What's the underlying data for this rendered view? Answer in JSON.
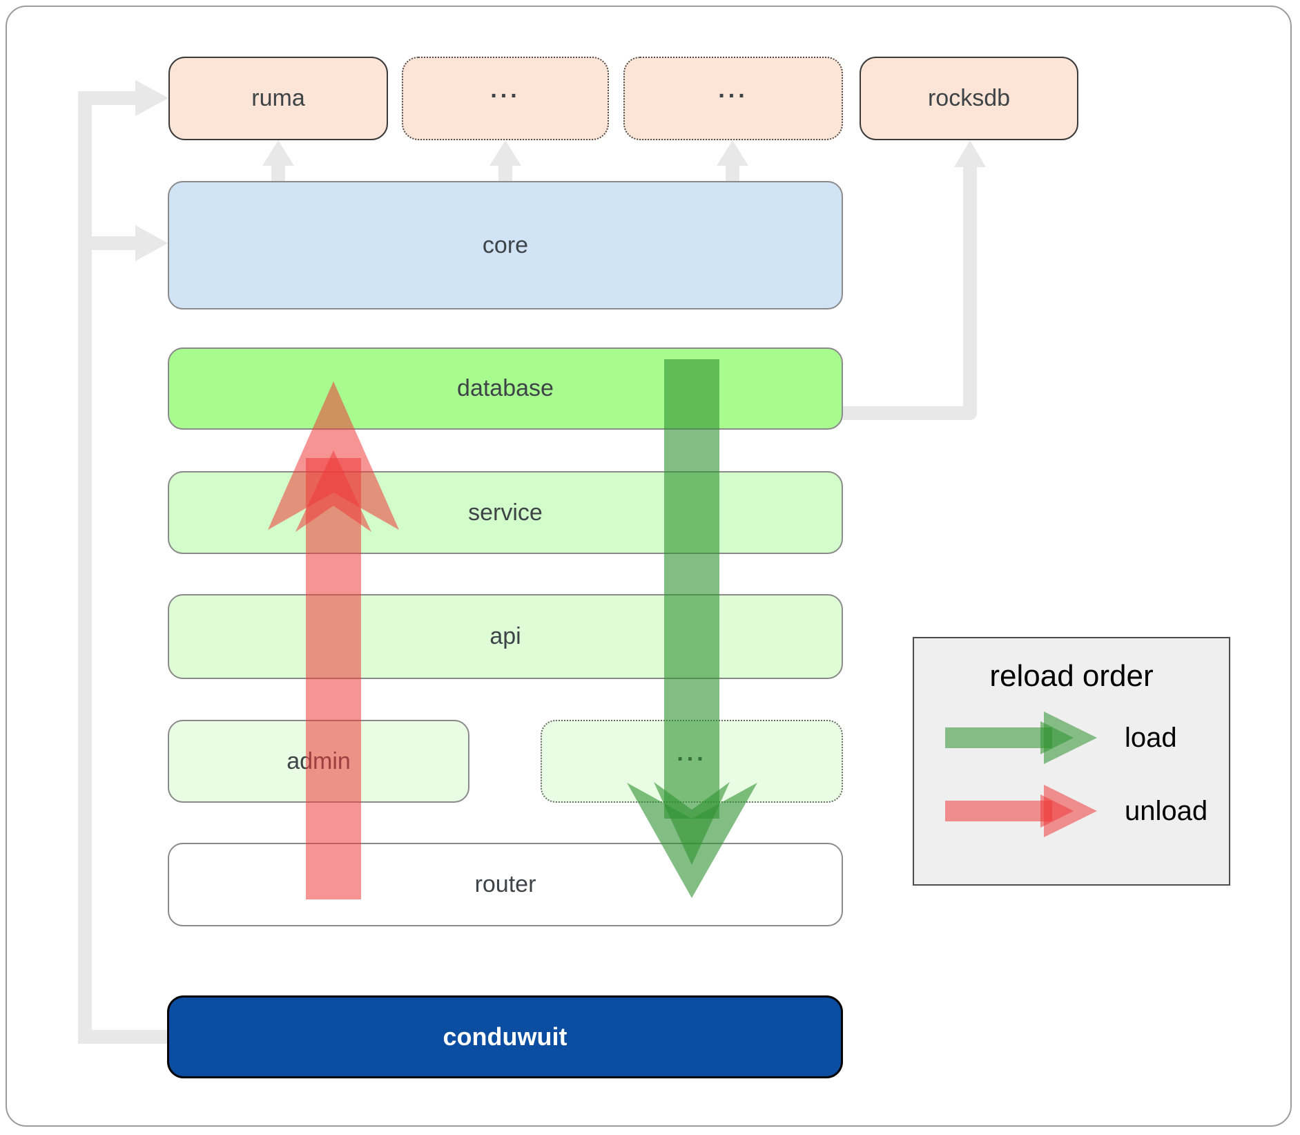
{
  "nodes": {
    "ruma": "ruma",
    "ellipsis_a": "...",
    "ellipsis_b": "...",
    "rocksdb": "rocksdb",
    "core": "core",
    "database": "database",
    "service": "service",
    "api": "api",
    "admin": "admin",
    "ellipsis_c": "...",
    "router": "router",
    "conduwuit": "conduwuit"
  },
  "legend": {
    "title": "reload order",
    "load_label": "load",
    "unload_label": "unload"
  },
  "colors": {
    "load_arrow": "#2e9230",
    "unload_arrow": "#ee3b3b",
    "dependency_fill": "#fce5d6",
    "core_fill": "#d1e4f6",
    "database_fill": "#a7fb8f",
    "service_fill": "#d2fcca",
    "api_fill": "#defcd6",
    "admin_fill": "#e9fce4",
    "router_fill": "#ffffff",
    "conduwuit_fill": "#0b4da1",
    "connector": "#e8e8e8",
    "legend_background": "#efefef"
  }
}
